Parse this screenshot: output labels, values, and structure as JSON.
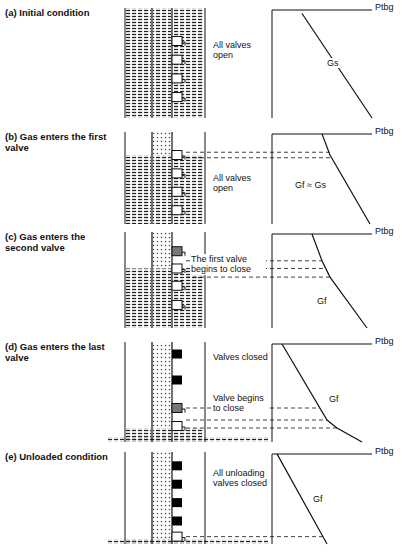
{
  "diagram": {
    "labels": [
      "(a) Initial condition",
      "All valves open",
      "Gs",
      "Ptbg",
      "(b) Gas enters the first valve",
      "All valves open",
      "Gf ≈ Gs",
      "Ptbg",
      "(c) Gas enters the second valve",
      "The first valve begins to close",
      "Gf",
      "Ptbg",
      "(d) Gas enters the last valve",
      "Valves closed",
      "Valve begins to close",
      "Gf",
      "Ptbg",
      "(e) Unloaded condition",
      "All unloading valves closed",
      "Gf",
      "Ptbg"
    ]
  }
}
